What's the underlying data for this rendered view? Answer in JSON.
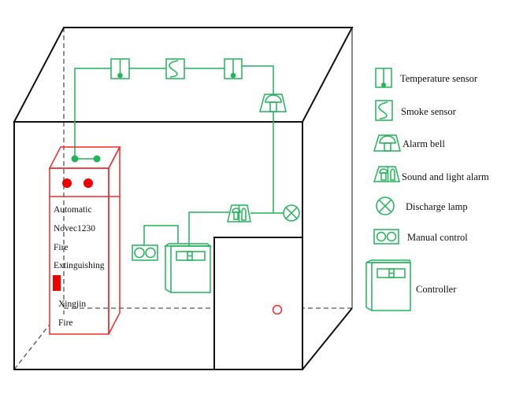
{
  "colors": {
    "device_green": "#21b45a",
    "cabinet_red": "#ee2a2a",
    "room_outline": "#111111"
  },
  "cabinet": {
    "lines": [
      "Automatic",
      "Novec1230",
      "Fire",
      "Extinguishing",
      "Xingjin",
      "Fire"
    ]
  },
  "legend": {
    "items": [
      {
        "icon": "temperature-sensor-icon",
        "label": "Temperature sensor"
      },
      {
        "icon": "smoke-sensor-icon",
        "label": "Smoke sensor"
      },
      {
        "icon": "alarm-bell-icon",
        "label": "Alarm bell"
      },
      {
        "icon": "sound-light-alarm-icon",
        "label": "Sound and light alarm"
      },
      {
        "icon": "discharge-lamp-icon",
        "label": "Discharge lamp"
      },
      {
        "icon": "manual-control-icon",
        "label": "Manual control"
      },
      {
        "icon": "controller-icon",
        "label": "Controller"
      }
    ]
  }
}
